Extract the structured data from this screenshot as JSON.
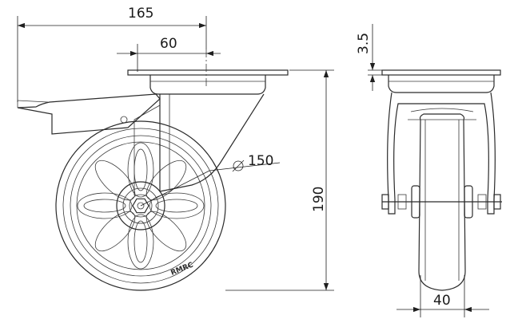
{
  "dimensions": {
    "overall_offset": "165",
    "plate_half_offset": "60",
    "wheel_diameter": "150",
    "overall_height": "190",
    "plate_thickness": "3.5",
    "wheel_width": "40"
  },
  "wheel_marking": "RMRC",
  "colors": {
    "line": "#2b2b2b",
    "background": "#ffffff"
  }
}
